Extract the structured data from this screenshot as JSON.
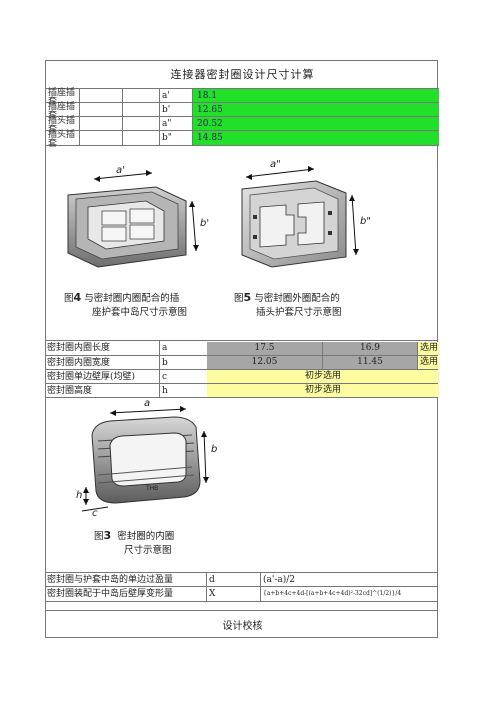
{
  "title": "连接器密封圈设计尺寸计算",
  "top_rows": [
    {
      "label": "插座插套",
      "var": "a'",
      "value": "18.1"
    },
    {
      "label": "插座插套",
      "var": "b'",
      "value": "12.65"
    },
    {
      "label": "插头插套",
      "var": "a\"",
      "value": "20.52"
    },
    {
      "label": "插头插套",
      "var": "b\"",
      "value": "14.85"
    }
  ],
  "fig45": {
    "fig4_num": "4",
    "fig4_prefix": "图",
    "fig4_line1": "与密封圈内圈配合的插",
    "fig4_line2": "座护套中岛尺寸示意图",
    "fig5_num": "5",
    "fig5_prefix": "图",
    "fig5_line1": "与密封圈外圈配合的",
    "fig5_line2": "插头护套尺寸示意图",
    "label_a1": "a'",
    "label_b1": "b'",
    "label_a2": "a\"",
    "label_b2": "b\""
  },
  "mid_rows": [
    {
      "label": "密封圈内圈长度",
      "var": "a",
      "v1": "17.5",
      "v2": "16.9",
      "note": "选用"
    },
    {
      "label": "密封圈内圈宽度",
      "var": "b",
      "v1": "12.05",
      "v2": "11.45",
      "note": "选用"
    },
    {
      "label": "密封圈单边壁厚(均壁)",
      "var": "c",
      "merged": "初步选用"
    },
    {
      "label": "密封圈高度",
      "var": "h",
      "merged": "初步选用"
    }
  ],
  "fig3": {
    "prefix": "图",
    "num": "3",
    "line1": "密封圈的内圈",
    "line2": "尺寸示意图",
    "label_a": "a",
    "label_b": "b",
    "label_h": "h",
    "label_c": "c",
    "mark": "THB"
  },
  "bottom_rows": [
    {
      "label": "密封圈与护套中岛的单边过盈量",
      "var": "d",
      "formula": "(a'-a)/2"
    },
    {
      "label": "密封圈装配于中岛后壁厚变形量",
      "var": "X",
      "formula": "{a+b+4c+4d-[(a+b+4c+4d)²-32cd]^(1/2)}/4"
    }
  ],
  "footer": "设计校核",
  "colors": {
    "green": "#22e02a",
    "gray": "#a6a6a6",
    "yellow": "#fefca0",
    "border": "#777777"
  }
}
